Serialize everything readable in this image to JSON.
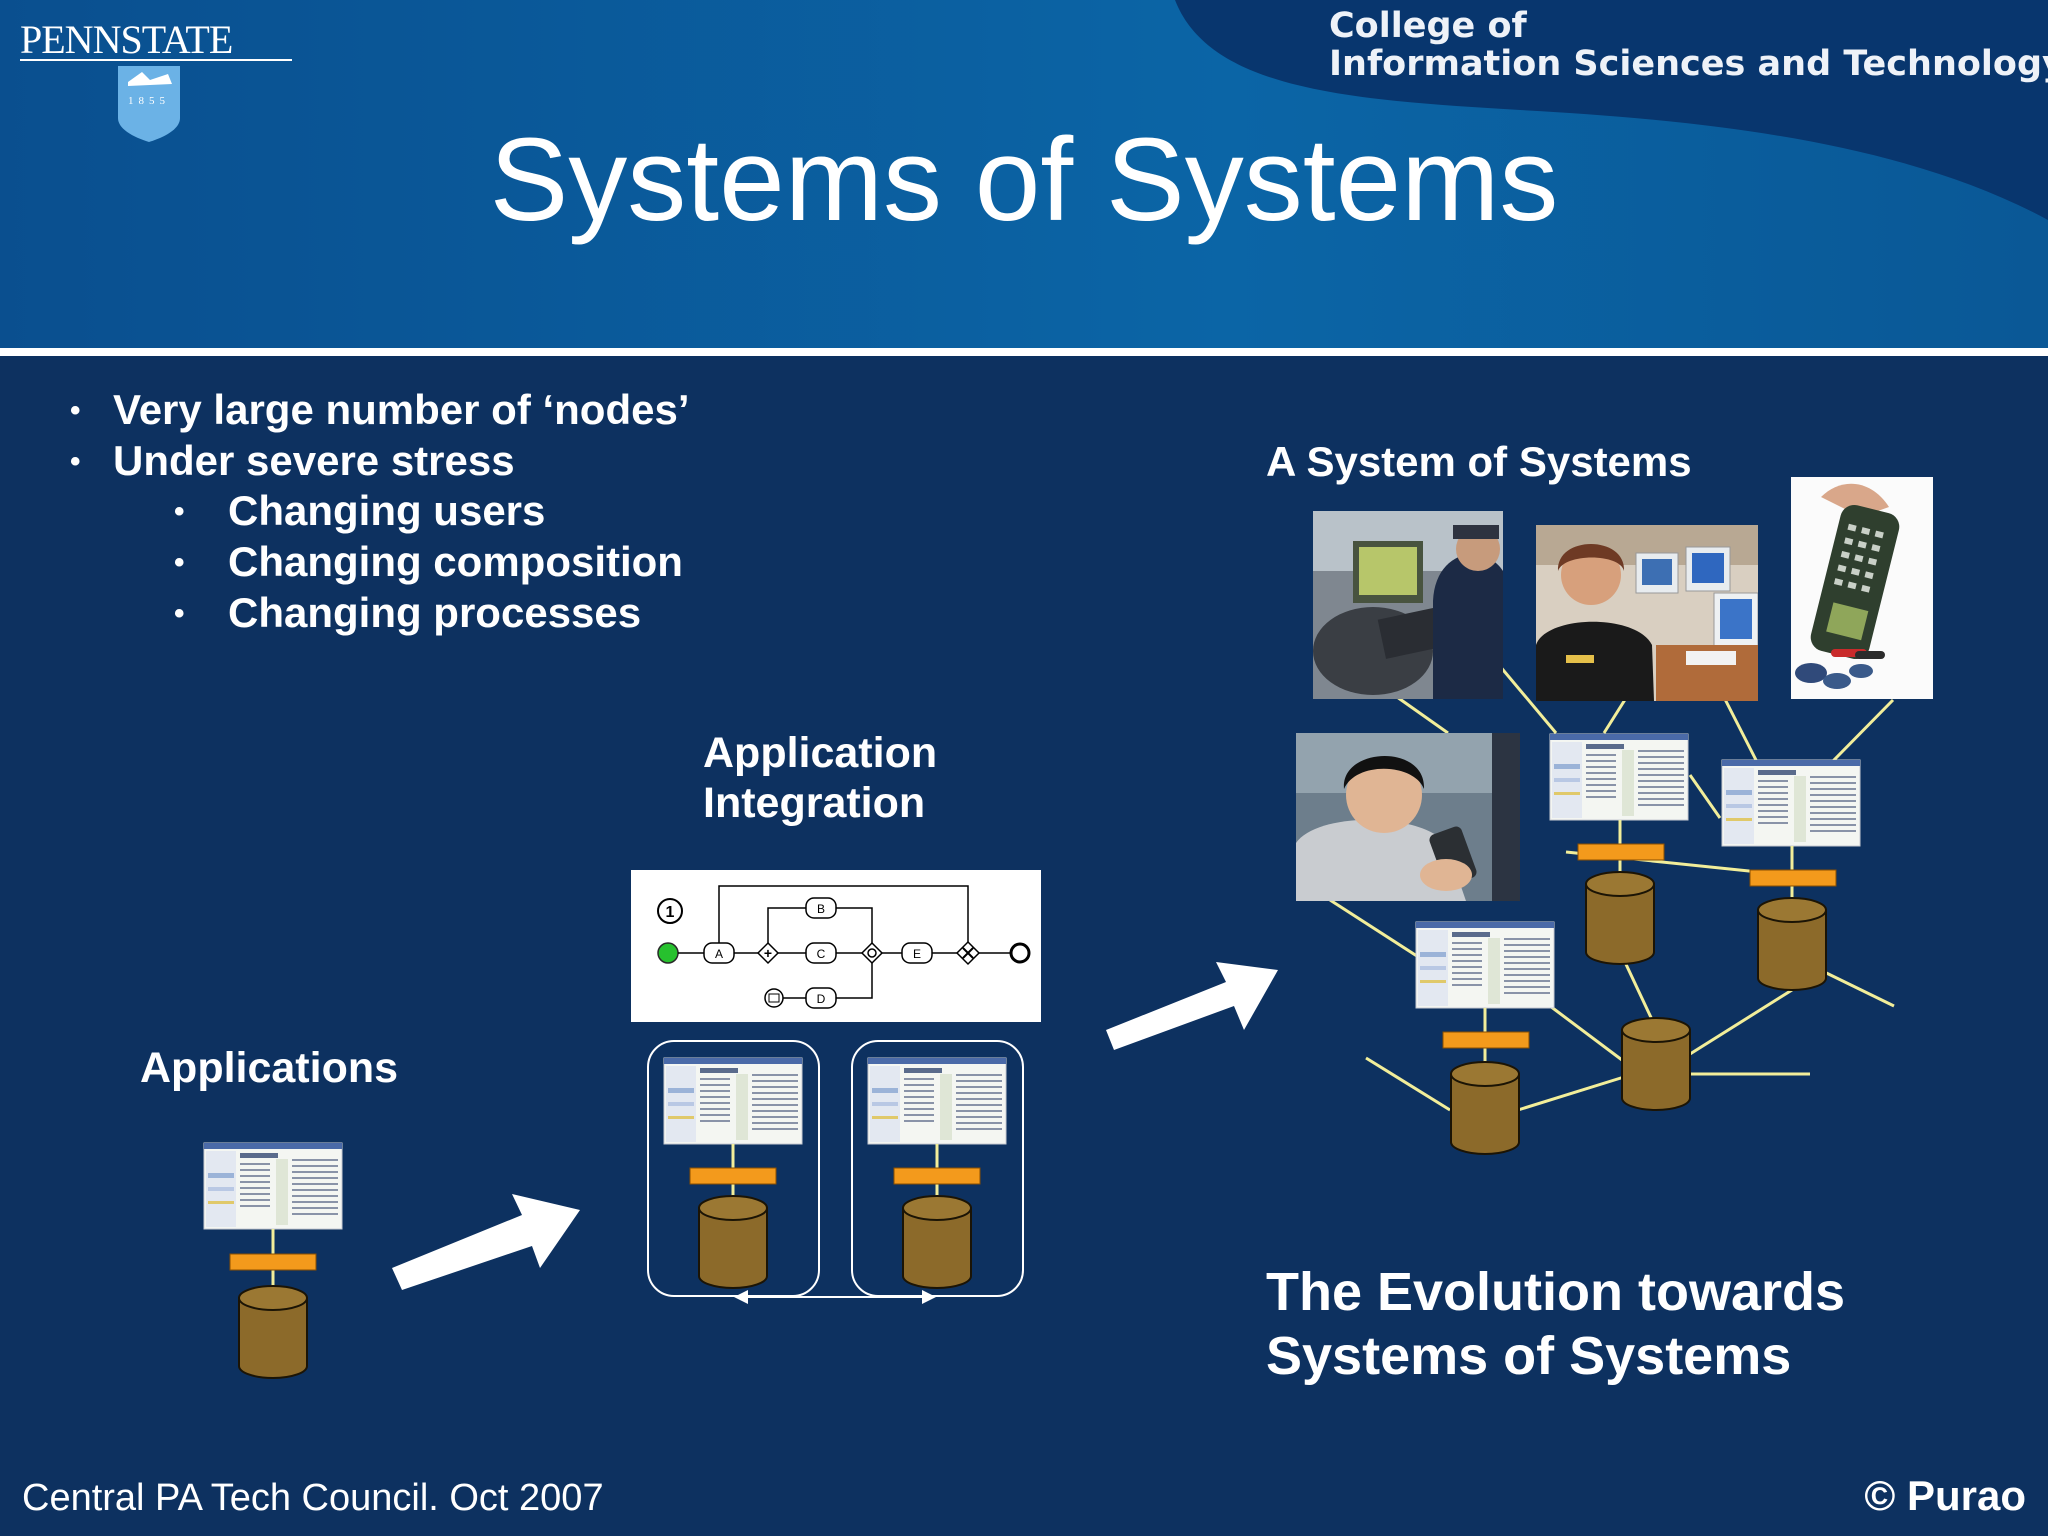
{
  "header": {
    "logo_wordmark": "PENNSTATE",
    "logo_year": "1855",
    "college_line1": "College of",
    "college_line2": "Information Sciences and Technology",
    "title": "Systems of Systems"
  },
  "bullets": [
    {
      "text": "Very  large number of ‘nodes’",
      "level": 1
    },
    {
      "text": "Under severe stress",
      "level": 1
    },
    {
      "text": "Changing users",
      "level": 2
    },
    {
      "text": "Changing composition",
      "level": 2
    },
    {
      "text": "Changing processes",
      "level": 2
    }
  ],
  "bullet_glyph": "•",
  "labels": {
    "applications": "Applications",
    "integration_line1": "Application",
    "integration_line2": "Integration",
    "sos_heading": "A System of Systems",
    "evolution_line1": "The Evolution towards",
    "evolution_line2": "Systems of Systems"
  },
  "process_diagram": {
    "start_label": "1",
    "tasks": [
      "A",
      "B",
      "C",
      "D",
      "E"
    ]
  },
  "footer": {
    "left": "Central PA Tech Council. Oct 2007",
    "right": "© Purao"
  },
  "colors": {
    "background": "#0d3160",
    "header": "#0b5a98",
    "cylinder": "#8c6a2a",
    "connector_bar": "#f39a1c",
    "link_line": "#f2ee9a",
    "arrow": "#ffffff"
  }
}
